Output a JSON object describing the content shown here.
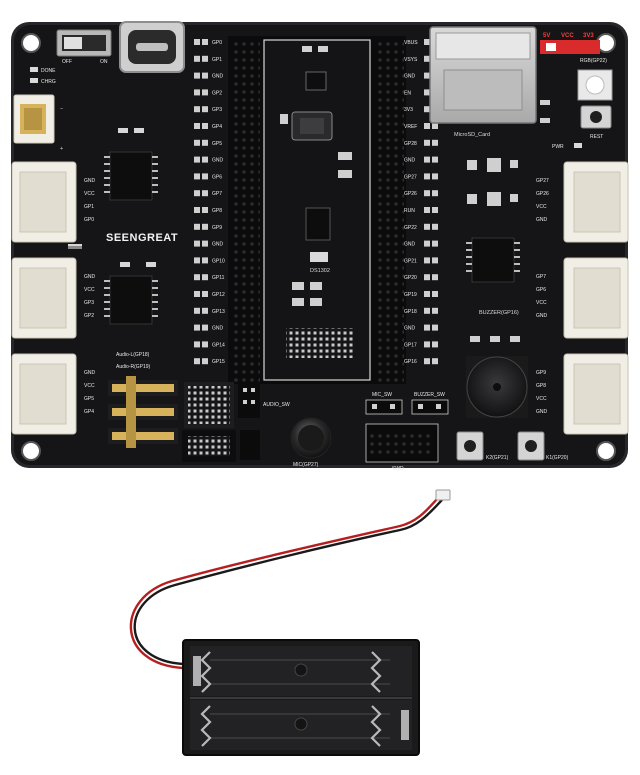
{
  "board": {
    "brand": "SEENGREAT",
    "labels": {
      "off": "OFF",
      "on": "ON",
      "done": "DONE",
      "chrg": "CHRG",
      "plus": "+",
      "minus": "−",
      "microsd": "MicroSD_Card",
      "v5": "5V",
      "vcc": "VCC",
      "v33": "3V3",
      "rgb": "RGB(GP22)",
      "reset": "REST",
      "pwr": "PWR",
      "audio_l": "Audio-L(GP18)",
      "audio_r": "Audio-R(GP19)",
      "audio_sw": "AUDIO_SW",
      "mic": "MIC(GP27)",
      "mic_sw": "MIC_SW",
      "buzzer_sw": "BUZZER_SW",
      "buzzer": "BUZZER(GP16)",
      "ds1302": "DS1302",
      "k2": "K2(GP21)",
      "k1": "K1(GP20)",
      "swd": "SWD"
    },
    "left_pins": [
      "GP0",
      "GP1",
      "GND",
      "GP2",
      "GP3",
      "GP4",
      "GP5",
      "GND",
      "GP6",
      "GP7",
      "GP8",
      "GP9",
      "GND",
      "GP10",
      "GP11",
      "GP12",
      "GP13",
      "GND",
      "GP14",
      "GP15"
    ],
    "right_pins": [
      "VBUS",
      "VSYS",
      "GND",
      "EN",
      "3V3",
      "VREF",
      "GP28",
      "GND",
      "GP27",
      "GP26",
      "RUN",
      "GP22",
      "GND",
      "GP21",
      "GP20",
      "GP19",
      "GP18",
      "GND",
      "GP17",
      "GP16"
    ],
    "grove_left": [
      [
        "GND",
        "VCC",
        "GP1",
        "GP0"
      ],
      [
        "GND",
        "VCC",
        "GP3",
        "GP2"
      ],
      [
        "GND",
        "VCC",
        "GP5",
        "GP4"
      ]
    ],
    "grove_right": [
      [
        "GP27",
        "GP26",
        "VCC",
        "GND"
      ],
      [
        "GP7",
        "GP6",
        "VCC",
        "GND"
      ],
      [
        "GP9",
        "GP8",
        "VCC",
        "GND"
      ]
    ]
  },
  "colors": {
    "pcb": "#151517",
    "pcb_edge": "#26272a",
    "connector": "#f1eee6",
    "header": "#0b0b0c",
    "gold": "#d6b35a",
    "red_switch": "#d92b2b",
    "battery_holder": "#1a1a1a"
  }
}
